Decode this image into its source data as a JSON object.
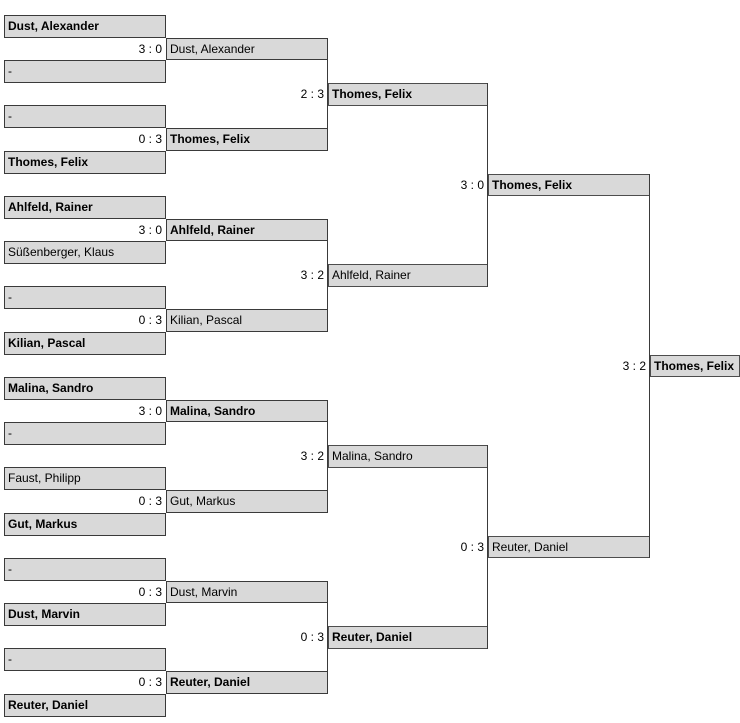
{
  "colors": {
    "box_fill": "#d9d9d9",
    "box_border": "#3a3a3a",
    "text": "#000000",
    "background": "#ffffff"
  },
  "bracket": {
    "rounds": [
      [
        {
          "name": "Dust, Alexander",
          "bold": true
        },
        {
          "name": "-",
          "bold": false
        },
        {
          "name": "-",
          "bold": false
        },
        {
          "name": "Thomes, Felix",
          "bold": true
        },
        {
          "name": "Ahlfeld, Rainer",
          "bold": true
        },
        {
          "name": "Süßenberger, Klaus",
          "bold": false
        },
        {
          "name": "-",
          "bold": false
        },
        {
          "name": "Kilian, Pascal",
          "bold": true
        },
        {
          "name": "Malina, Sandro",
          "bold": true
        },
        {
          "name": "-",
          "bold": false
        },
        {
          "name": "Faust, Philipp",
          "bold": false
        },
        {
          "name": "Gut, Markus",
          "bold": true
        },
        {
          "name": "-",
          "bold": false
        },
        {
          "name": "Dust, Marvin",
          "bold": true
        },
        {
          "name": "-",
          "bold": false
        },
        {
          "name": "Reuter, Daniel",
          "bold": true
        }
      ],
      [
        {
          "score": "3 : 0",
          "name": "Dust, Alexander",
          "bold": false
        },
        {
          "score": "0 : 3",
          "name": "Thomes, Felix",
          "bold": true
        },
        {
          "score": "3 : 0",
          "name": "Ahlfeld, Rainer",
          "bold": true
        },
        {
          "score": "0 : 3",
          "name": "Kilian, Pascal",
          "bold": false
        },
        {
          "score": "3 : 0",
          "name": "Malina, Sandro",
          "bold": true
        },
        {
          "score": "0 : 3",
          "name": "Gut, Markus",
          "bold": false
        },
        {
          "score": "0 : 3",
          "name": "Dust, Marvin",
          "bold": false
        },
        {
          "score": "0 : 3",
          "name": "Reuter, Daniel",
          "bold": true
        }
      ],
      [
        {
          "score": "2 : 3",
          "name": "Thomes, Felix",
          "bold": true
        },
        {
          "score": "3 : 2",
          "name": "Ahlfeld, Rainer",
          "bold": false
        },
        {
          "score": "3 : 2",
          "name": "Malina, Sandro",
          "bold": false
        },
        {
          "score": "0 : 3",
          "name": "Reuter, Daniel",
          "bold": true
        }
      ],
      [
        {
          "score": "3 : 0",
          "name": "Thomes, Felix",
          "bold": true
        },
        {
          "score": "0 : 3",
          "name": "Reuter, Daniel",
          "bold": false
        }
      ],
      [
        {
          "score": "3 : 2",
          "name": "Thomes, Felix",
          "bold": true
        }
      ]
    ]
  }
}
